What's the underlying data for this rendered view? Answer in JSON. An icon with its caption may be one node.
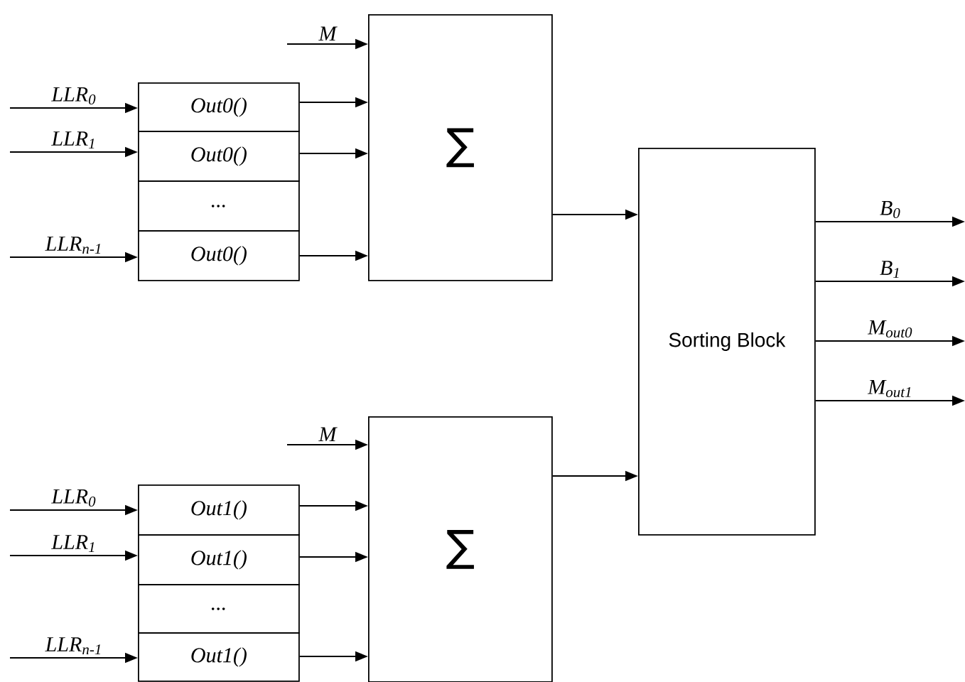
{
  "diagram": {
    "nodes": [
      {
        "text": [
          "Out0()"
        ]
      },
      {
        "text": [
          "Out0()"
        ]
      },
      {
        "text": [
          "..."
        ]
      },
      {
        "text": [
          "Out0()"
        ]
      },
      {
        "text": [
          "∑"
        ]
      },
      {
        "text": [
          "Out1()"
        ]
      },
      {
        "text": [
          "Out1()"
        ]
      },
      {
        "text": [
          "..."
        ]
      },
      {
        "text": [
          "Out1()"
        ]
      },
      {
        "text": [
          "∑"
        ]
      },
      {
        "text": [
          "Sorting Block"
        ]
      }
    ],
    "edges": [
      {
        "from": null,
        "to": 0,
        "arrow": "to",
        "label": "LLR$_{0}$"
      },
      {
        "from": null,
        "to": 1,
        "arrow": "to",
        "label": "LLR$_{1}$"
      },
      {
        "from": null,
        "to": 3,
        "arrow": "to",
        "label": "LLR$_{n-1}$"
      },
      {
        "from": null,
        "to": 4,
        "arrow": "to",
        "label": "M"
      },
      {
        "from": 0,
        "to": 4,
        "arrow": "to"
      },
      {
        "from": 1,
        "to": 4,
        "arrow": "to"
      },
      {
        "from": 3,
        "to": 4,
        "arrow": "to"
      },
      {
        "from": 4,
        "to": 10,
        "arrow": "to"
      },
      {
        "from": null,
        "to": 5,
        "arrow": "to",
        "label": "LLR$_{0}$"
      },
      {
        "from": null,
        "to": 6,
        "arrow": "to",
        "label": "LLR$_{1}$"
      },
      {
        "from": null,
        "to": 8,
        "arrow": "to",
        "label": "LLR$_{n-1}$"
      },
      {
        "from": null,
        "to": 9,
        "arrow": "to",
        "label": "M"
      },
      {
        "from": 5,
        "to": 9,
        "arrow": "to"
      },
      {
        "from": 6,
        "to": 9,
        "arrow": "to"
      },
      {
        "from": 8,
        "to": 9,
        "arrow": "to"
      },
      {
        "from": 9,
        "to": 10,
        "arrow": "to"
      },
      {
        "from": 10,
        "to": null,
        "arrow": "to",
        "label": "B$_{0}$"
      },
      {
        "from": 10,
        "to": null,
        "arrow": "to",
        "label": "B$_{1}$"
      },
      {
        "from": 10,
        "to": null,
        "arrow": "to",
        "label": "M$_{out0}$"
      },
      {
        "from": 10,
        "to": null,
        "arrow": "to",
        "label": "M$_{out1}$"
      }
    ]
  }
}
